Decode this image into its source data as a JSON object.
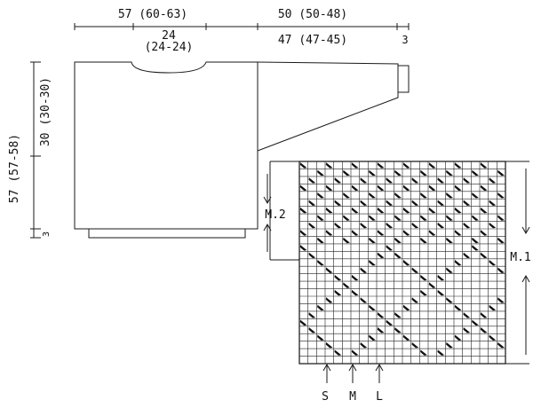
{
  "measurements": {
    "body_width": "57 (60-63)",
    "sleeve_length": "50 (50-48)",
    "neck_width": "24",
    "neck_width_sizes": "(24-24)",
    "sleeve_main": "47 (47-45)",
    "sleeve_cuff": "3",
    "body_length": "57 (57-58)",
    "yoke_length": "30 (30-30)",
    "hem_depth": "3"
  },
  "chart": {
    "label_m1": "M.1",
    "label_m2": "M.2",
    "size_s": "S",
    "size_m": "M",
    "size_l": "L",
    "columns": 24,
    "rows": 27,
    "m2_rows": 11,
    "m2_period": 3,
    "m1_period": 10
  }
}
